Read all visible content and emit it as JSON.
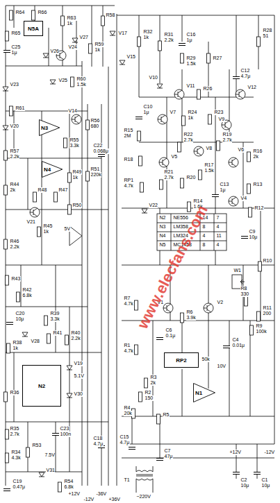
{
  "diagram": {
    "nodes": [
      {
        "text": [
          "N5A"
        ]
      },
      {
        "text": [
          "N3"
        ]
      },
      {
        "text": [
          "N4"
        ]
      },
      {
        "text": [
          "N2"
        ]
      },
      {
        "text": [
          "RP2"
        ]
      },
      {
        "text": [
          "N1"
        ]
      }
    ],
    "labels": [
      "R64",
      "R66",
      "R65",
      "C25",
      "1μ",
      "V26",
      "R63",
      "1k",
      "V27",
      "V24",
      "V25",
      "R60",
      "1.5k",
      "R59",
      "1k",
      "R58",
      "V17",
      "V23",
      "R61",
      "V20",
      "R56",
      "680",
      "V14",
      "R55",
      "3.3k",
      "C22",
      "0.068μ",
      "R57",
      "2.2k",
      "R49",
      "1k",
      "R51",
      "220k",
      "R48",
      "R47",
      "R44",
      "2k",
      "V21",
      "R50",
      "R45",
      "1k",
      "R46",
      "2.2k",
      "5V",
      "R43",
      "R42",
      "6.8k",
      "C20",
      "10μ",
      "R39",
      "3.3k",
      "V28",
      "R41",
      "R40",
      "2.2k",
      "R38",
      "1k",
      "V19",
      "5.1V",
      "V30",
      "R36",
      "R35",
      "2.7k",
      "C23",
      "100n",
      "R34",
      "4.3k",
      "R53",
      "7.5V",
      "V31",
      "C19",
      "0.47μ",
      "R54",
      "6.8k",
      "C18",
      "4.7μ",
      "+12V",
      "-12V",
      "-36V",
      "+36V",
      "R32",
      "1k",
      "R31",
      "2.2k",
      "C16",
      "1μ",
      "V15",
      "R28",
      "51",
      "R29",
      "1.5k",
      "R27",
      "C12",
      "4.7μ",
      "V11",
      "V10",
      "R26",
      "V12",
      "C10",
      "1μ",
      "V7",
      "R24",
      "1k",
      "R23",
      "V9",
      "R22",
      "2.7k",
      "R19",
      "2.7k",
      "V8",
      "R15",
      "2M",
      "R18",
      "V5",
      "R21",
      "2.7k",
      "RP1",
      "4.7k",
      "R20",
      "R17",
      "1.5k",
      "V6",
      "R16",
      "2k",
      "C13",
      "1μ",
      "V4",
      "R13",
      "R14",
      "1.6k",
      "R12",
      "V22",
      "N2",
      "NE556",
      "14",
      "7",
      "N3",
      "LM358",
      "8",
      "4",
      "N4",
      "LM324",
      "4",
      "11",
      "N5",
      "MC1458",
      "8",
      "4",
      "C9",
      "10μ",
      "W1",
      "R8",
      "330",
      "R10",
      "R11",
      "200",
      "V1",
      "V2",
      "R7",
      "4.7k",
      "R6",
      "3.9k",
      "R9",
      "100k",
      "C6",
      "0.1μ",
      "C4",
      "0.01μ",
      "R1",
      "4.7k",
      "50k",
      "R3",
      "2k",
      "10V",
      "R2",
      "150",
      "R4",
      "20k",
      "R5",
      "C15",
      "4.7μ",
      "C7",
      "47μ",
      "+12V",
      "-12V",
      "C2",
      "10μ",
      "C1",
      "10μ",
      "T1",
      "~220V",
      "www.elecfans.com"
    ]
  }
}
